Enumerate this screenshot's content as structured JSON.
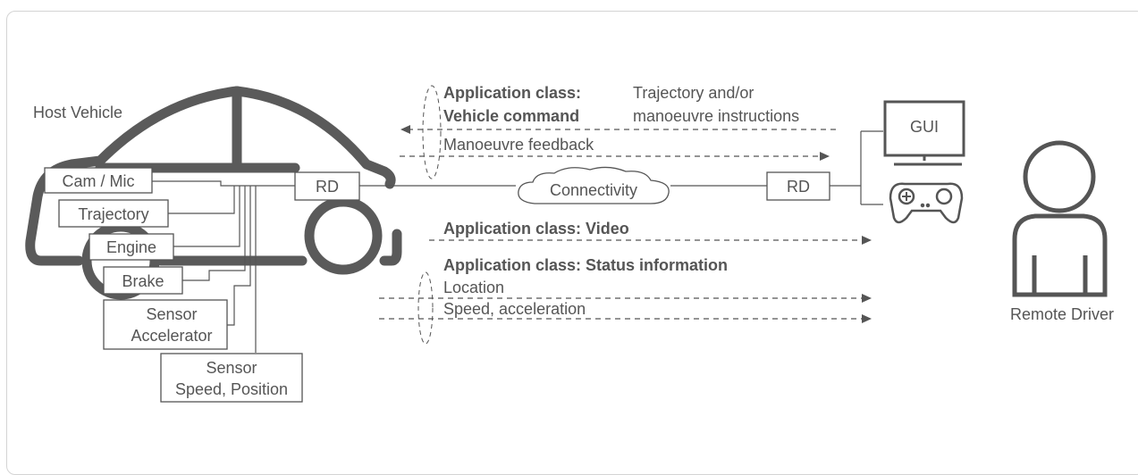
{
  "host_vehicle_label": "Host Vehicle",
  "remote_driver_label": "Remote Driver",
  "components": {
    "cam_mic": "Cam / Mic",
    "trajectory": "Trajectory",
    "engine": "Engine",
    "brake": "Brake",
    "sensor_accelerator": [
      "Sensor",
      "Accelerator"
    ],
    "sensor_speed_position": [
      "Sensor",
      "Speed, Position"
    ]
  },
  "rd_vehicle": "RD",
  "rd_remote": "RD",
  "connectivity": "Connectivity",
  "gui": "GUI",
  "vehicle_command": {
    "class_label": [
      "Application class:",
      "Vehicle command"
    ],
    "instructions": [
      "Trajectory and/or",
      "manoeuvre instructions"
    ],
    "feedback": "Manoeuvre feedback"
  },
  "video": {
    "class_label": "Application class: Video"
  },
  "status_information": {
    "class_label": "Application class: Status information",
    "items": [
      "Location",
      "Speed, acceleration"
    ]
  },
  "icons": [
    "monitor-icon",
    "gamepad-icon",
    "person-icon",
    "cloud-icon"
  ],
  "colors": {
    "stroke": "#555555",
    "car": "#5a5a5a",
    "frame": "#d4d4d4"
  }
}
